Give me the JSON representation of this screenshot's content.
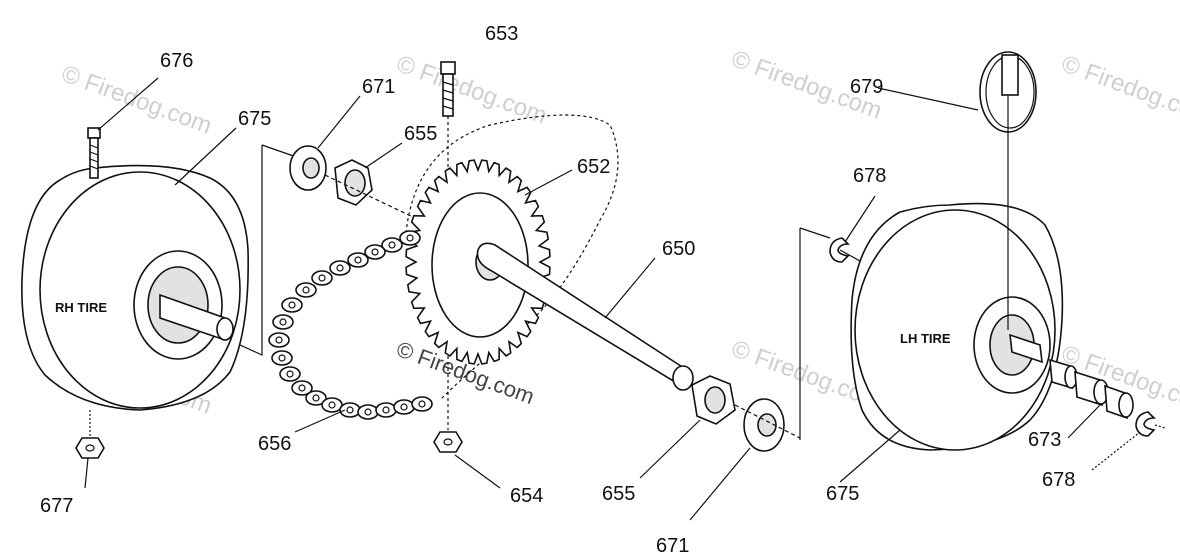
{
  "diagram": {
    "labels": {
      "p676": "676",
      "p675_left": "675",
      "p671": "671",
      "p653": "653",
      "p655_top": "655",
      "p652": "652",
      "p650": "650",
      "p679": "679",
      "p678_top": "678",
      "p656": "656",
      "p677": "677",
      "p654": "654",
      "p655_bottom": "655",
      "p675_right": "675",
      "p673": "673",
      "p678_bottom": "678",
      "page_number": "671"
    },
    "tires": {
      "rh": "RH TIRE",
      "lh": "LH TIRE"
    },
    "watermark": {
      "text": "© Firedog.com",
      "center_text": "© Firedog.com"
    }
  }
}
